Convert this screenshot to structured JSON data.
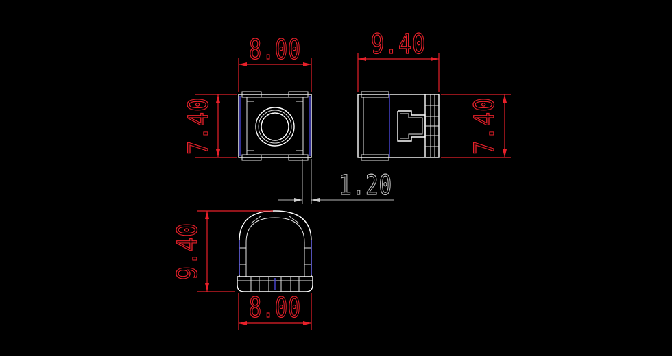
{
  "colors": {
    "background": "#000000",
    "outline": "#ffffff",
    "dimension": "#e8202a",
    "leader": "#b8b8b8",
    "hidden_edge": "#4a46d8"
  },
  "dimensions": {
    "front_width": "8.00",
    "front_height": "7.40",
    "side_width": "9.40",
    "side_height": "7.40",
    "gap": "1.20",
    "bottom_height": "9.40",
    "bottom_width": "8.00"
  }
}
